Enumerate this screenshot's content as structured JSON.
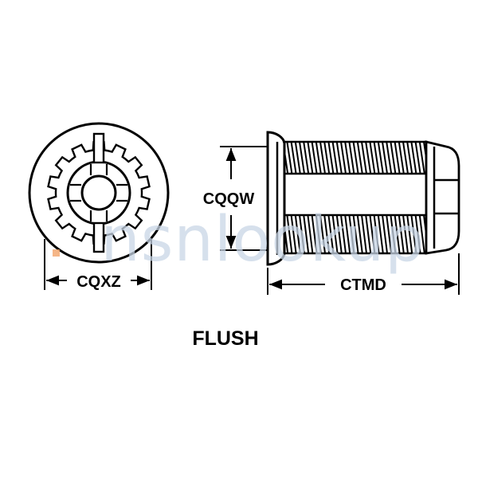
{
  "labels": {
    "diameter_front": "CQXZ",
    "diameter_body": "CQQW",
    "length": "CTMD",
    "caption": "FLUSH"
  },
  "watermark": "nsnlookup",
  "colors": {
    "line": "#000000",
    "background": "#ffffff",
    "watermark": "#c9d6e6",
    "watermark_dot": "#f2a46a"
  }
}
